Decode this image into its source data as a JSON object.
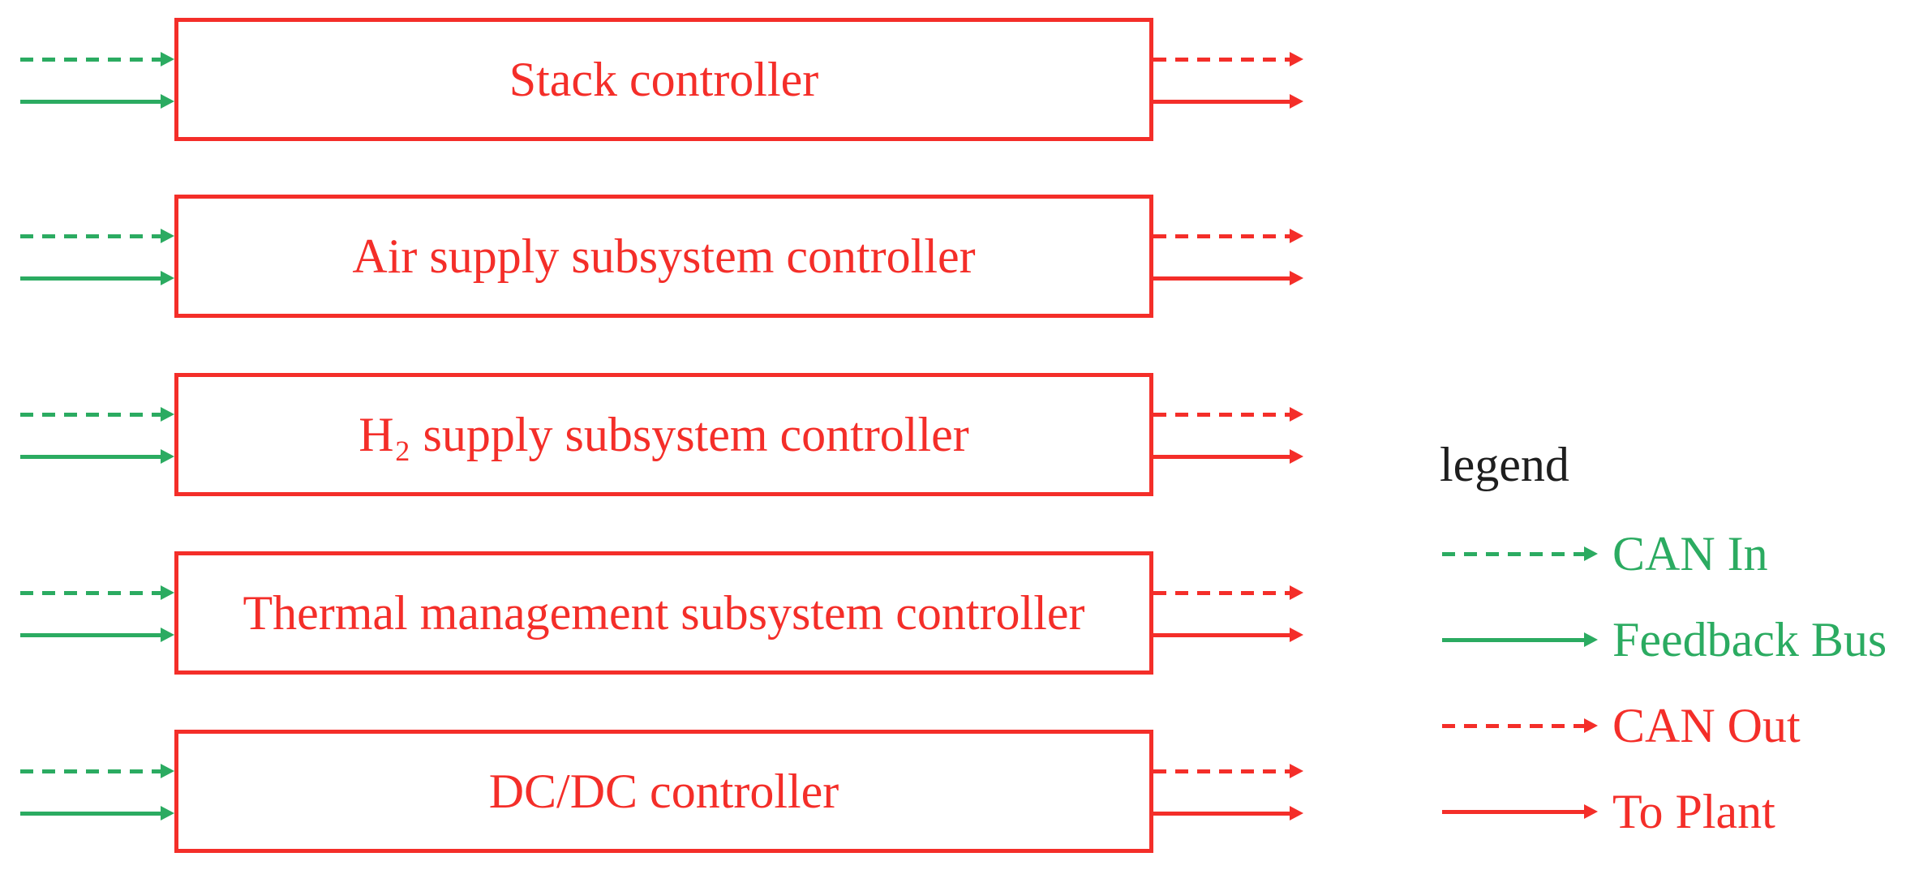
{
  "colors": {
    "red": "#f42e29",
    "green": "#2bab61",
    "black": "#1e1e1e"
  },
  "controllers": [
    {
      "label": "Stack controller",
      "inputs": [
        "CAN In",
        "Feedback Bus"
      ],
      "outputs": [
        "CAN Out",
        "To Plant"
      ]
    },
    {
      "label": "Air supply subsystem controller",
      "inputs": [
        "CAN In",
        "Feedback Bus"
      ],
      "outputs": [
        "CAN Out",
        "To Plant"
      ]
    },
    {
      "label": "H₂ supply subsystem controller",
      "inputs": [
        "CAN In",
        "Feedback Bus"
      ],
      "outputs": [
        "CAN Out",
        "To Plant"
      ]
    },
    {
      "label": "Thermal management subsystem controller",
      "inputs": [
        "CAN In",
        "Feedback Bus"
      ],
      "outputs": [
        "CAN Out",
        "To Plant"
      ]
    },
    {
      "label": "DC/DC controller",
      "inputs": [
        "CAN In",
        "Feedback Bus"
      ],
      "outputs": [
        "CAN Out",
        "To Plant"
      ]
    }
  ],
  "legend": {
    "title": "legend",
    "items": [
      {
        "label": "CAN In",
        "line": "dashed",
        "color": "green"
      },
      {
        "label": "Feedback Bus",
        "line": "solid",
        "color": "green"
      },
      {
        "label": "CAN Out",
        "line": "dashed",
        "color": "red"
      },
      {
        "label": "To Plant",
        "line": "solid",
        "color": "red"
      }
    ]
  }
}
